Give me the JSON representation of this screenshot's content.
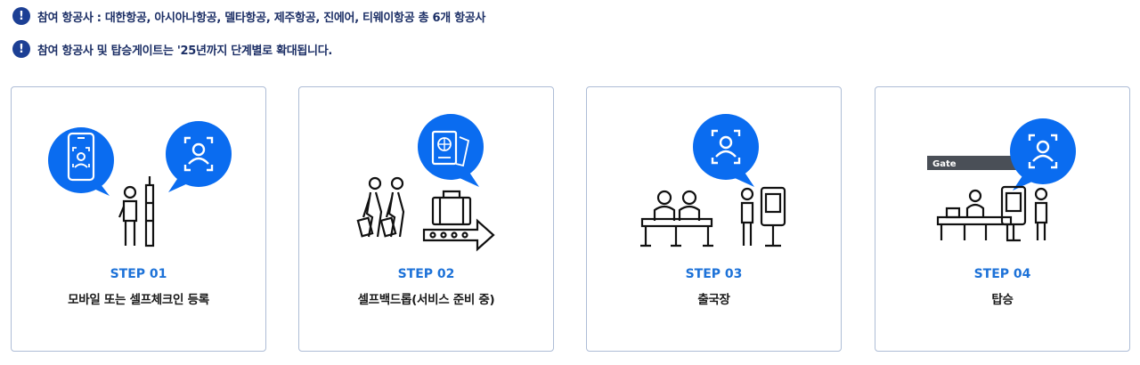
{
  "notices": [
    {
      "icon": "exclamation-icon",
      "text": "참여 항공사 : 대한항공, 아시아나항공, 델타항공, 제주항공, 진에어, 티웨이항공 총 6개 항공사"
    },
    {
      "icon": "exclamation-icon",
      "text": "참여 항공사 및 탑승게이트는 '25년까지 단계별로 확대됩니다."
    }
  ],
  "steps": [
    {
      "label": "STEP 01",
      "desc": "모바일 또는 셀프체크인 등록",
      "icons": [
        "smartphone-face-scan-icon",
        "face-scan-bubble-icon",
        "traveler-at-checkin-icon"
      ]
    },
    {
      "label": "STEP 02",
      "desc": "셀프백드롭(서비스 준비 중)",
      "icons": [
        "passport-bubble-icon",
        "travelers-with-luggage-icon",
        "baggage-conveyor-icon"
      ]
    },
    {
      "label": "STEP 03",
      "desc": "출국장",
      "icons": [
        "face-scan-bubble-icon",
        "queue-barrier-icon",
        "kiosk-icon"
      ]
    },
    {
      "label": "STEP 04",
      "desc": "탑승",
      "icons": [
        "gate-sign-icon",
        "face-scan-bubble-icon",
        "boarding-counter-icon"
      ]
    }
  ],
  "gate_sign": "Gate",
  "colors": {
    "accent_blue": "#0a6cf0",
    "step_blue": "#1d72d8",
    "notice_navy": "#1c3f94",
    "card_border": "#aebdd6"
  }
}
